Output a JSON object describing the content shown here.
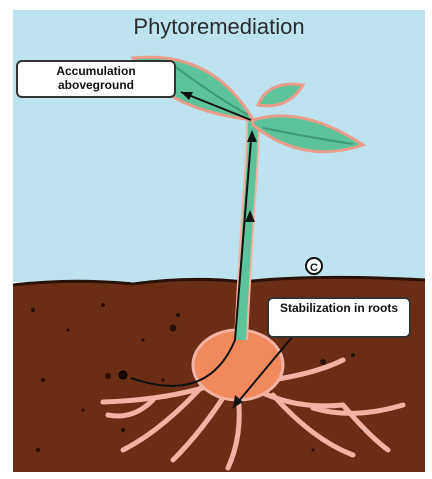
{
  "title": "Phytoremediation",
  "labels": {
    "aboveground": "Accumulation aboveground",
    "roots": "Stabilization in roots"
  },
  "markers": {
    "copyright": "C"
  },
  "colors": {
    "sky": "#bfe3ee",
    "soil": "#6b2d14",
    "leaf": "#5cc39a",
    "root": "#f3b3a3",
    "root_ball": "#f08a5d"
  }
}
